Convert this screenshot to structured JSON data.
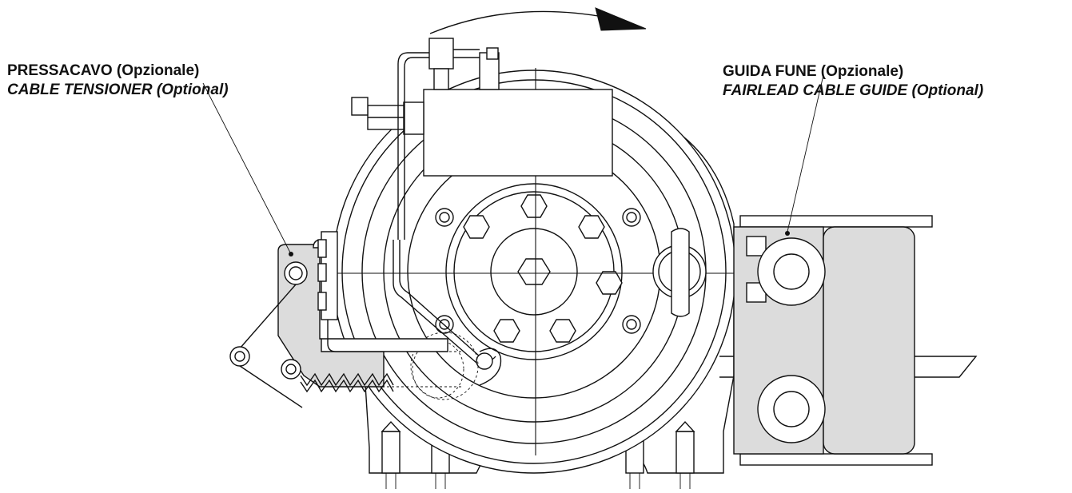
{
  "labels": {
    "guide_it": "GUIDA FUNE (Opzionale)",
    "guide_en": "FAIRLEAD CABLE GUIDE (Optional)",
    "tensioner_it": "PRESSACAVO (Opzionale)",
    "tensioner_en": "CABLE TENSIONER (Optional)"
  },
  "colors": {
    "line": "#111111",
    "shade": "#dcdcdc",
    "background": "#ffffff"
  },
  "icons": {
    "rotation": "rotation-arrow-icon"
  }
}
